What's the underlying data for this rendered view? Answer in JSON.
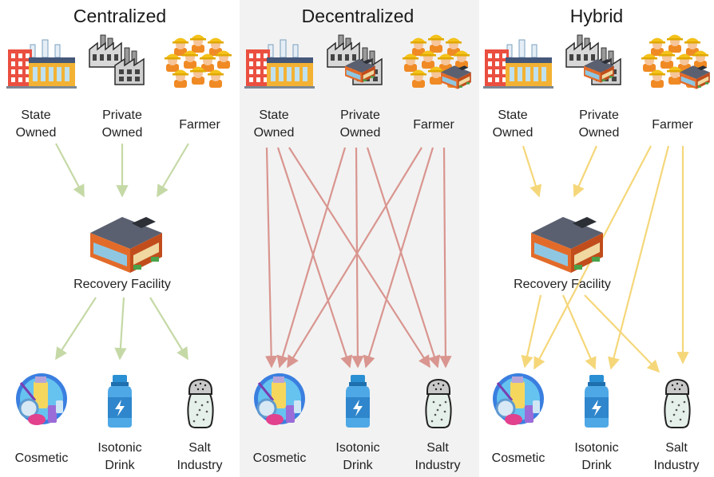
{
  "panels": [
    {
      "key": "centralized",
      "title": "Centralized",
      "arrow_color": "#c5d9a6",
      "sources": [
        [
          "State",
          "Owned"
        ],
        [
          "Private",
          "Owned"
        ],
        [
          "Farmer"
        ]
      ],
      "facility": [
        "Recovery Facility"
      ],
      "outputs": [
        [
          "Cosmetic"
        ],
        [
          "Isotonic",
          "Drink"
        ],
        [
          "Salt",
          "Industry"
        ]
      ]
    },
    {
      "key": "decentralized",
      "title": "Decentralized",
      "arrow_color": "#d9958f",
      "sources": [
        [
          "State",
          "Owned"
        ],
        [
          "Private",
          "Owned"
        ],
        [
          "Farmer"
        ]
      ],
      "facility": [],
      "outputs": [
        [
          "Cosmetic"
        ],
        [
          "Isotonic",
          "Drink"
        ],
        [
          "Salt",
          "Industry"
        ]
      ]
    },
    {
      "key": "hybrid",
      "title": "Hybrid",
      "arrow_color": "#f5d77a",
      "sources": [
        [
          "State",
          "Owned"
        ],
        [
          "Private",
          "Owned"
        ],
        [
          "Farmer"
        ]
      ],
      "facility": [
        "Recovery Facility"
      ],
      "outputs": [
        [
          "Cosmetic"
        ],
        [
          "Isotonic",
          "Drink"
        ],
        [
          "Salt",
          "Industry"
        ]
      ]
    }
  ],
  "icons": {
    "state": "state-owned-factory-icon",
    "private": "private-factory-icon",
    "farmer": "farmer-group-icon",
    "facility": "recovery-facility-icon",
    "cosmetic": "cosmetic-icon",
    "drink": "isotonic-drink-bottle-icon",
    "salt": "salt-shaker-icon"
  }
}
